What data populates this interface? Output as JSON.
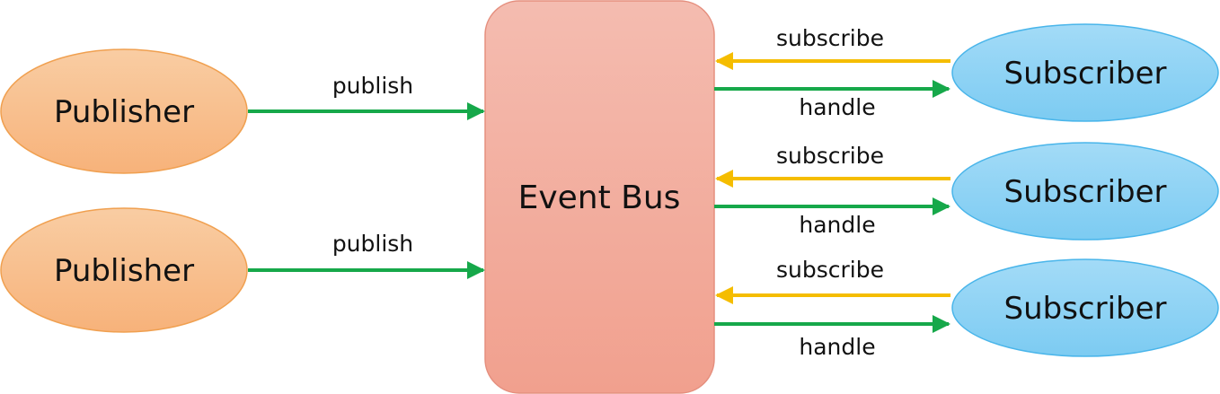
{
  "diagram": {
    "bus": {
      "label": "Event Bus"
    },
    "publishers": [
      {
        "label": "Publisher",
        "edge_label": "publish"
      },
      {
        "label": "Publisher",
        "edge_label": "publish"
      }
    ],
    "subscribers": [
      {
        "label": "Subscriber",
        "subscribe_label": "subscribe",
        "handle_label": "handle"
      },
      {
        "label": "Subscriber",
        "subscribe_label": "subscribe",
        "handle_label": "handle"
      },
      {
        "label": "Subscriber",
        "subscribe_label": "subscribe",
        "handle_label": "handle"
      }
    ],
    "colors": {
      "publisher_fill_top": "#f9cda3",
      "publisher_fill_bottom": "#f7b27a",
      "publisher_stroke": "#f0a050",
      "bus_fill_top": "#f4bcb0",
      "bus_fill_bottom": "#f1a08e",
      "bus_stroke": "#e58f7e",
      "subscriber_fill_top": "#a3dbf7",
      "subscriber_fill_bottom": "#7ccbf2",
      "subscriber_stroke": "#49b5ea",
      "publish_arrow": "#16a84a",
      "subscribe_arrow": "#f5bd00"
    }
  }
}
